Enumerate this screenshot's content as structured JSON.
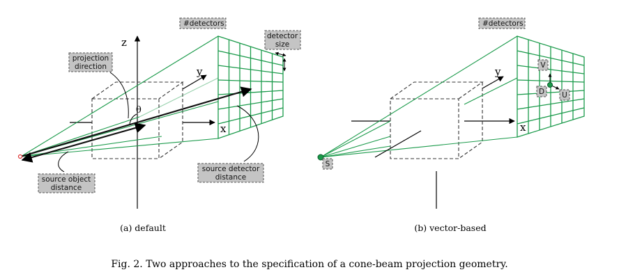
{
  "panel_a": {
    "caption": "(a)  default",
    "axis_labels": {
      "z": "z",
      "y": "y",
      "x": "x"
    },
    "theta": "θ",
    "tags": {
      "detectors": "#detectors",
      "detector_size_line1": "detector",
      "detector_size_line2": "size",
      "projection_direction_line1": "projection",
      "projection_direction_line2": "direction",
      "source_object_line1": "source object",
      "source_object_line2": "distance",
      "source_detector_line1": "source detector",
      "source_detector_line2": "distance"
    }
  },
  "panel_b": {
    "caption": "(b)  vector-based",
    "axis_labels": {
      "y": "y",
      "x": "x"
    },
    "tags": {
      "detectors": "#detectors",
      "V": "V",
      "D": "D",
      "U": "U",
      "S": "S"
    }
  },
  "figure_caption": "Fig. 2.  Two approaches to the specification of a cone-beam projection geometry.",
  "colors": {
    "beam": "#1a9a4a",
    "tag_fill": "#c4c4c4",
    "ink": "#000000"
  }
}
